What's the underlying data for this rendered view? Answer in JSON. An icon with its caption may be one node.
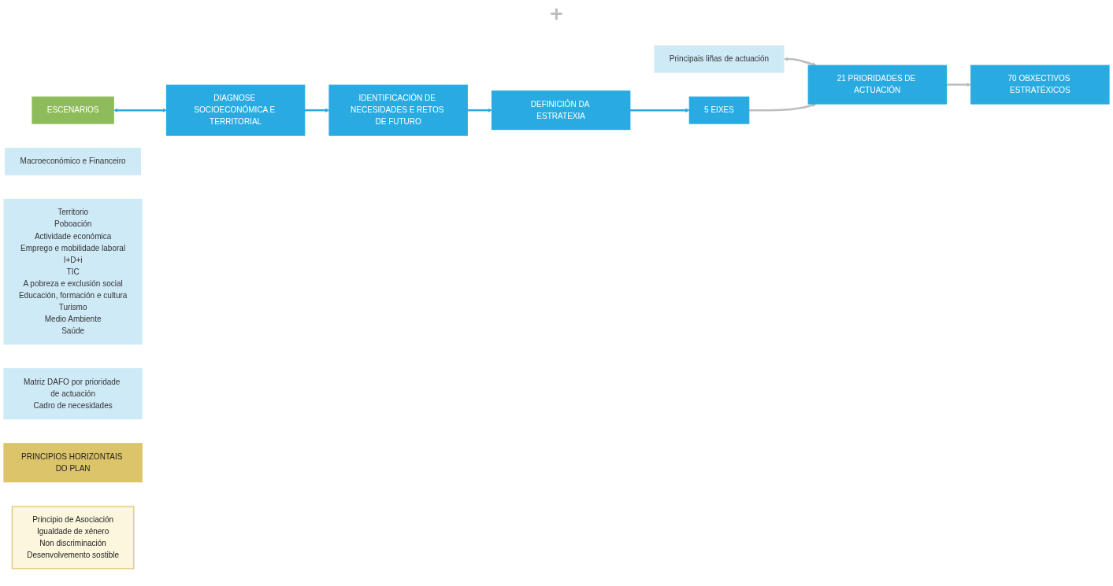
{
  "diagram": {
    "nodes": [
      {
        "text": [
          "ESCENARIOS"
        ]
      },
      {
        "text": [
          "Macroeconómico e Financeiro"
        ]
      },
      {
        "text": [
          "DIAGNOSE SOCIOECONÓMICA E TERRITORIAL"
        ]
      },
      {
        "text": [
          "Territorio",
          "Poboación",
          "Actividade económica",
          "Emprego e mobilidade laboral",
          "I+D+i",
          "TIC",
          "A pobreza e exclusión social",
          "Educación, formación e cultura",
          "Turismo",
          "Medio Ambiente",
          "Saúde"
        ]
      },
      {
        "text": [
          "IDENTIFICACIÓN DE NECESIDADES E RETOS DE FUTURO"
        ]
      },
      {
        "text": [
          "Matriz DAFO por prioridade de actuación",
          "Cadro de necesidades"
        ]
      },
      {
        "text": [
          "DEFINICIÓN DA ESTRATEXIA"
        ]
      },
      {
        "text": [
          "Principais liñas de actuación"
        ]
      },
      {
        "text": [
          "5 EIXES"
        ]
      },
      {
        "text": [
          "21 PRIORIDADES DE ACTUACIÓN"
        ]
      },
      {
        "text": [
          "70 OBXECTIVOS ESTRATÉXICOS"
        ]
      },
      {
        "text": [
          "PRINCIPIOS HORIZONTAIS DO PLAN"
        ]
      },
      {
        "text": [
          "Principio de Asociación",
          "Igualdade de xénero",
          "Non discriminación",
          "Desenvolvemento sostible"
        ]
      }
    ],
    "edges": [
      {
        "from": 0,
        "to": 2,
        "arrow": "both"
      },
      {
        "from": 2,
        "to": 4,
        "arrow": "to"
      },
      {
        "from": 4,
        "to": 6,
        "arrow": "to"
      },
      {
        "from": 6,
        "to": 8,
        "arrow": "to"
      },
      {
        "from": 7,
        "to": 9,
        "arrow": "both",
        "color": "#bdbdbd"
      },
      {
        "from": 8,
        "to": 9,
        "arrow": "to",
        "color": "#bdbdbd"
      },
      {
        "from": 9,
        "to": 10,
        "arrow": "to",
        "color": "#bdbdbd"
      }
    ],
    "labels": [
      "+"
    ]
  }
}
